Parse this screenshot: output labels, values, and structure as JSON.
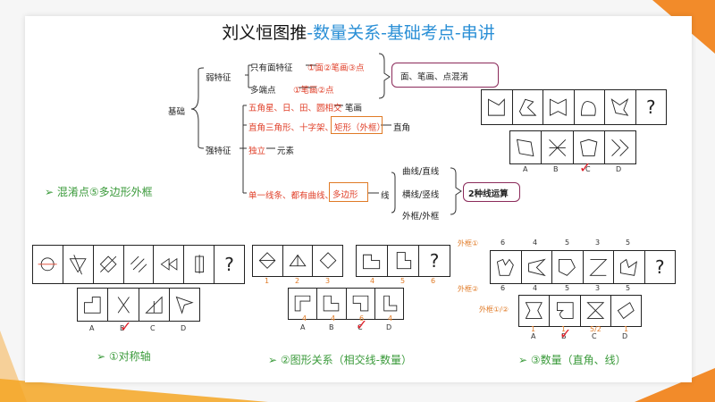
{
  "title": {
    "main": "刘义恒图推",
    "sub": "-数量关系-基础考点-串讲"
  },
  "tree": {
    "root": "基础",
    "weak": "弱特征",
    "weak_a": "只有面特征",
    "weak_a_r": "①面②笔画③点",
    "weak_b": "多端点",
    "weak_b_r": "①笔画②点",
    "mix": "面、笔画、点混淆",
    "strong": "强特征",
    "s1": "五角星、日、田、圆相交",
    "s1_r": "笔画",
    "s2": "直角三角形、十字架、",
    "s2_box": "矩形（外框）",
    "s2_r": "直角",
    "s3": "独立",
    "s3_r": "元素",
    "s4": "单一线条、都有曲线、",
    "s4_box": "多边形",
    "s4_r": "线",
    "l1": "曲线/直线",
    "l2": "横线/竖线",
    "l3": "外框/外框",
    "two": "2种线运算"
  },
  "bullet_main": "混淆点⑤多边形外框",
  "q_top": {
    "qmark": "?",
    "opts": [
      "A",
      "B",
      "C",
      "D"
    ]
  },
  "q1": {
    "qmark": "?",
    "opts": [
      "A",
      "B",
      "C",
      "D"
    ],
    "caption": "①对称轴"
  },
  "q2": {
    "qmark": "?",
    "nums": [
      "1",
      "2",
      "3",
      "4",
      "5",
      "6"
    ],
    "opt_nums": [
      "4",
      "4",
      "6",
      "4"
    ],
    "opts": [
      "A",
      "B",
      "C",
      "D"
    ],
    "caption": "②图形关系（相交线-数量）"
  },
  "q3": {
    "qmark": "?",
    "row1_label": "外框①",
    "row1_nums": [
      "6",
      "4",
      "5",
      "3",
      "5"
    ],
    "row2_label": "外框②",
    "row2_nums": [
      "6",
      "4",
      "5",
      "3",
      "5"
    ],
    "row3_label": "外框①/②",
    "row3_nums": [
      "1",
      "1",
      "5/2",
      "1"
    ],
    "opts": [
      "A",
      "B",
      "C",
      "D"
    ],
    "caption": "③数量（直角、线）"
  },
  "check": "✓",
  "bullet": "➢"
}
